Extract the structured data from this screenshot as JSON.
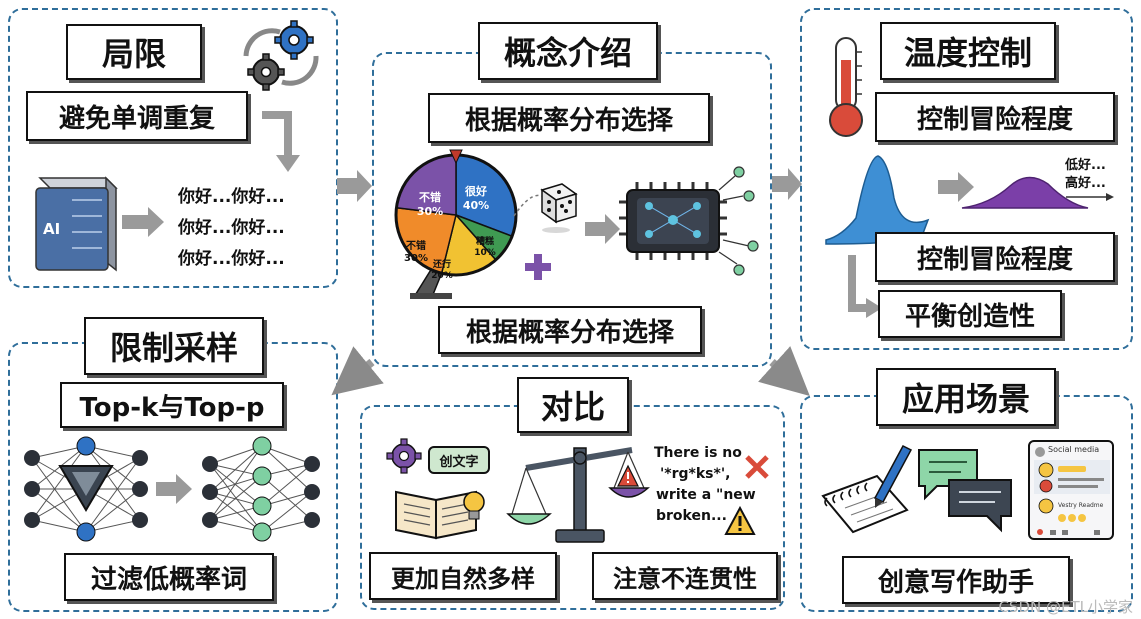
{
  "limitation": {
    "title": "局限",
    "subtitle": "避免单调重复",
    "ai_label": "AI",
    "repeat_lines": [
      "你好...你好...",
      "你好...你好...",
      "你好...你好..."
    ]
  },
  "concept": {
    "title": "概念介绍",
    "top_label": "根据概率分布选择",
    "bottom_label": "根据概率分布选择",
    "wheel_segments": [
      {
        "label": "很好",
        "percent": "40%",
        "color": "#2f72c4"
      },
      {
        "label": "糟糕",
        "percent": "10%",
        "color": "#3f9a52"
      },
      {
        "label": "还行",
        "percent": "20%",
        "color": "#f1c232"
      },
      {
        "label": "不错",
        "percent": "30%",
        "color": "#f08b2a"
      },
      {
        "label": "不错",
        "percent": "30%",
        "color": "#7b52a8"
      }
    ]
  },
  "temperature": {
    "title": "温度控制",
    "label1": "控制冒险程度",
    "label2": "控制冒险程度",
    "label3": "平衡创造性",
    "curve_labels": [
      "低好...",
      "高好..."
    ]
  },
  "sampling": {
    "title": "限制采样",
    "subtitle": "Top-k与Top-p",
    "bottom_label": "过滤低概率词"
  },
  "compare": {
    "title": "对比",
    "speech_bubble": "创文字",
    "broken_text": [
      "There is no",
      "'*rg*ks*',",
      "write a \"new",
      "broken..."
    ],
    "label_left": "更加自然多样",
    "label_right": "注意不连贯性"
  },
  "applications": {
    "title": "应用场景",
    "social_title": "Social media",
    "social_line": "Vestry Readme",
    "bottom_label": "创意写作助手"
  },
  "watermark": "CSDN @ETL小学家"
}
